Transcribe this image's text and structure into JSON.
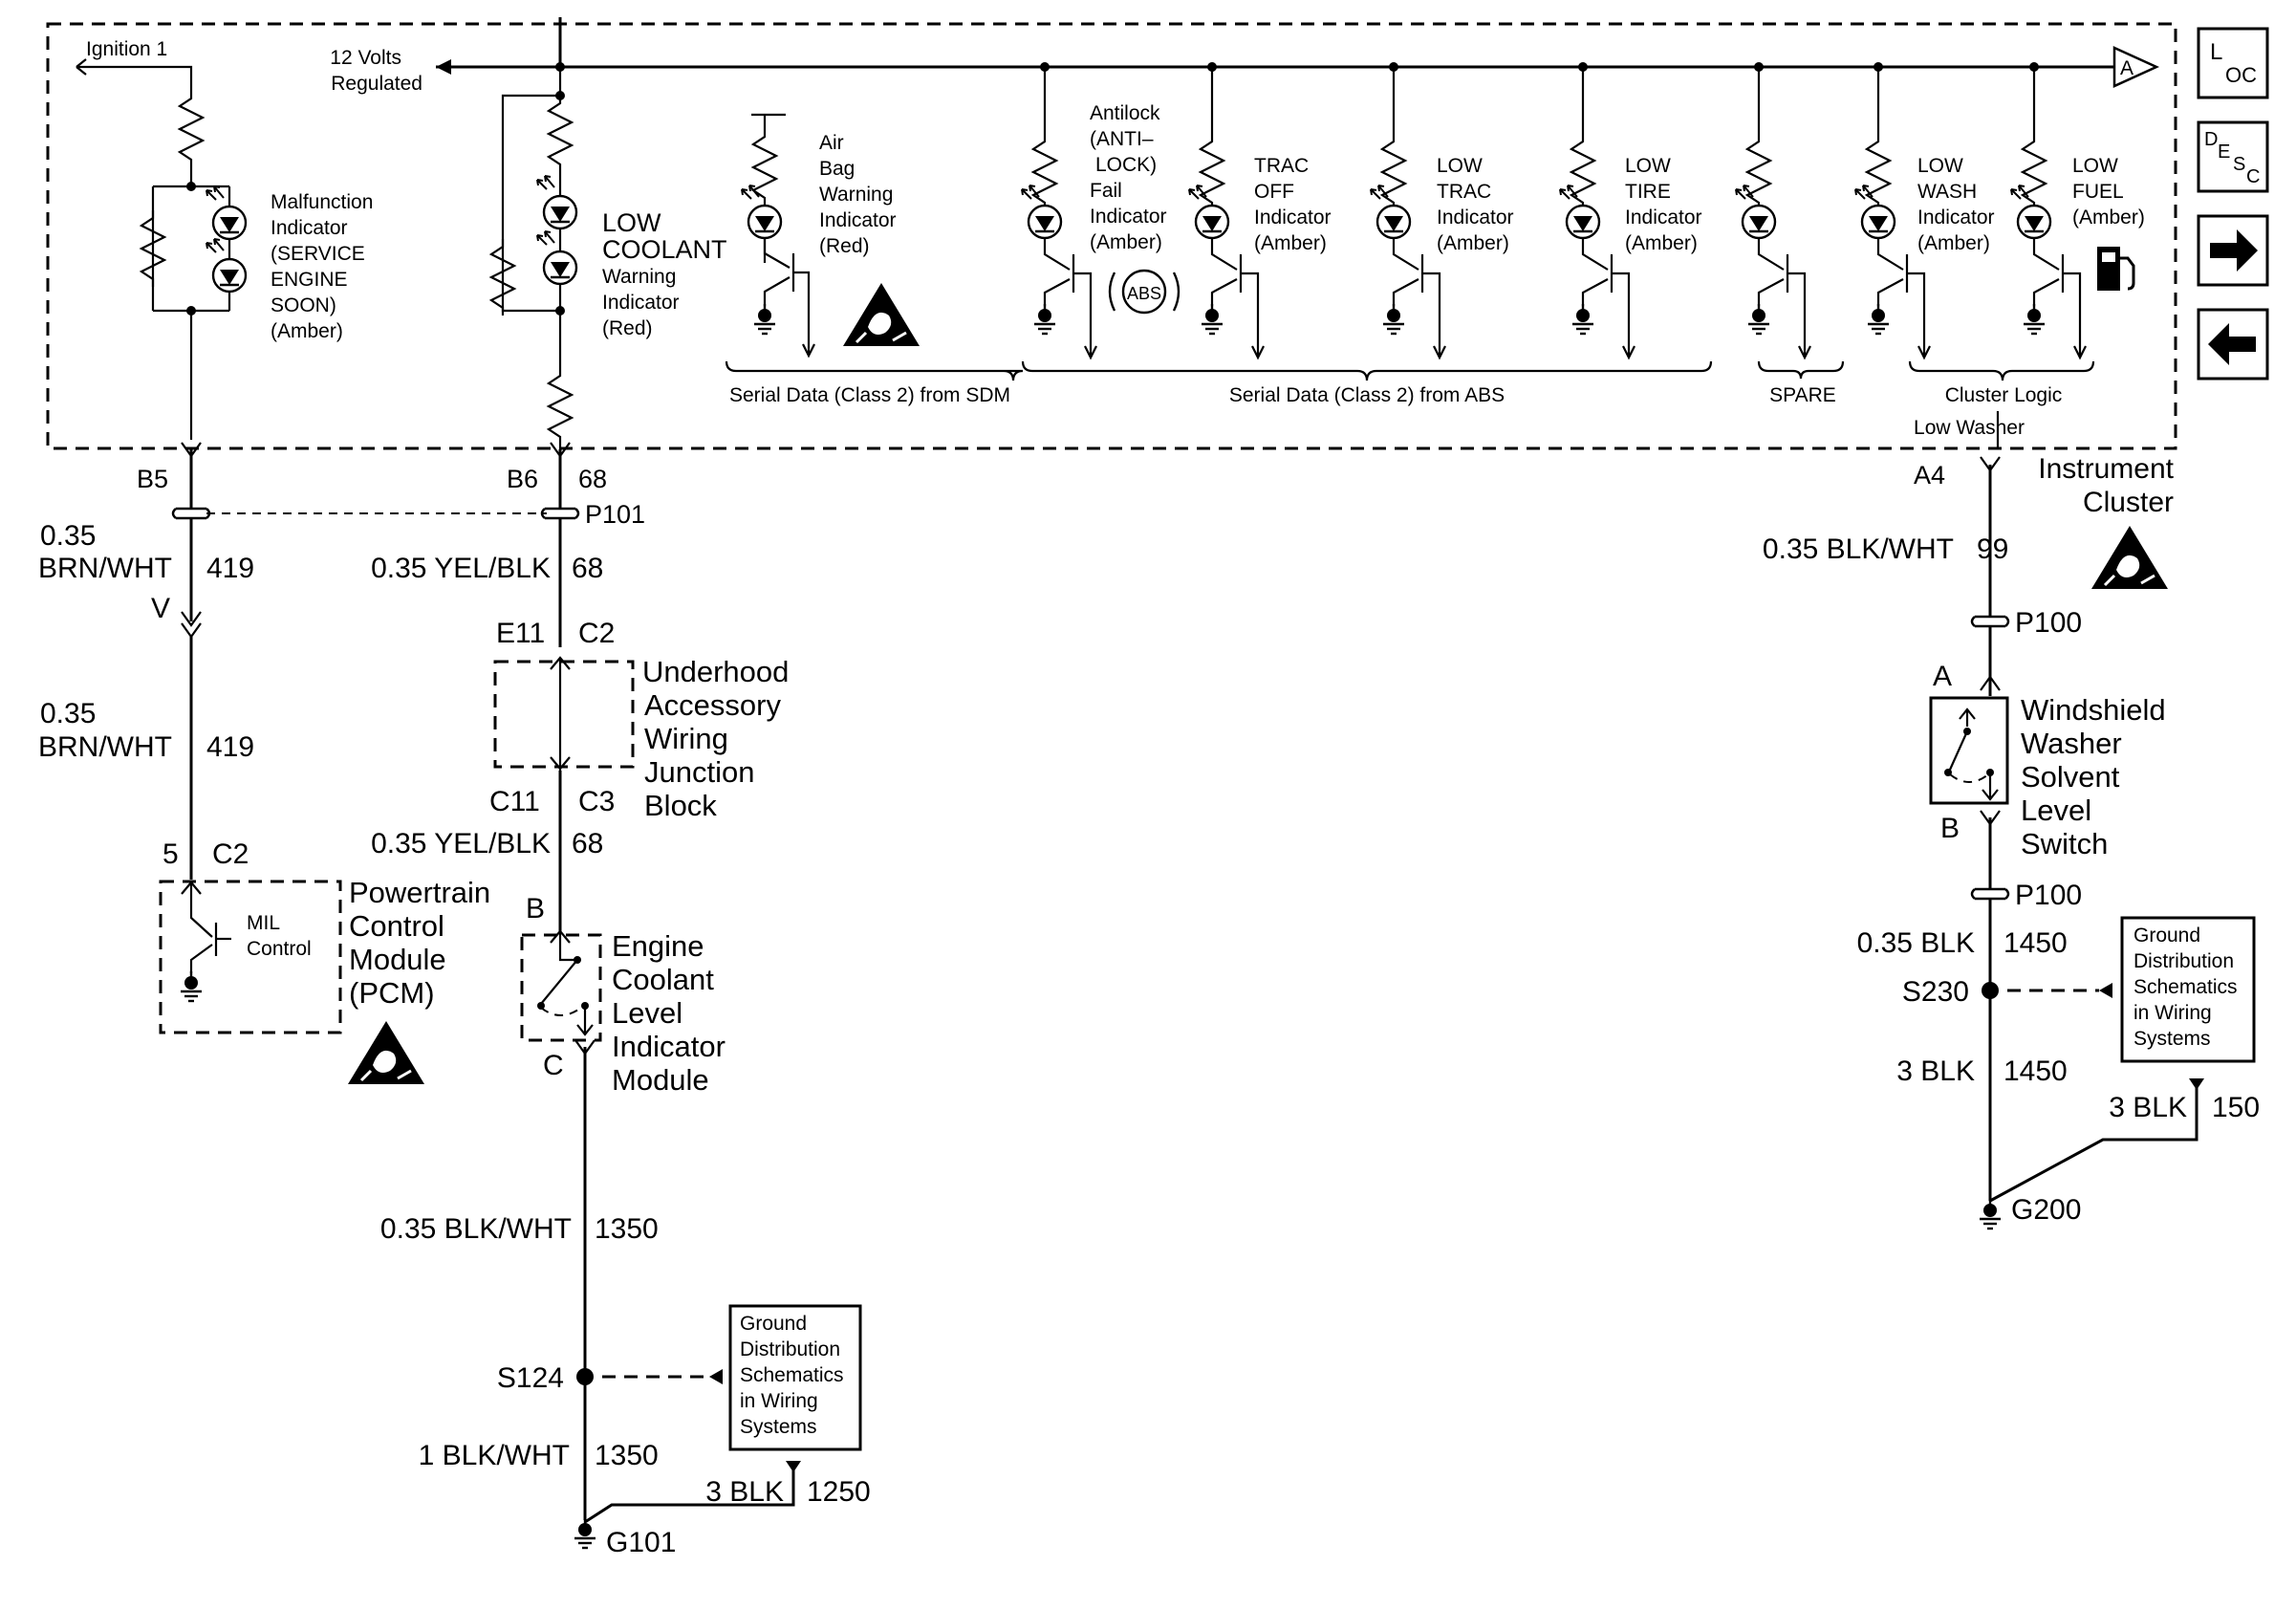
{
  "nav": {
    "loc_l": "L",
    "loc_oc": "OC",
    "desc_d": "D",
    "desc_e": "E",
    "desc_s": "S",
    "desc_c": "C",
    "next_icon": "arrow-right-icon",
    "prev_icon": "arrow-left-icon"
  },
  "cluster": {
    "title_1": "Instrument",
    "title_2": "Cluster",
    "ignition": "Ignition 1",
    "v12_1": "12 Volts",
    "v12_2": "Regulated",
    "bus_arrow": "A",
    "mil": [
      "Malfunction",
      "Indicator",
      "(SERVICE",
      "ENGINE",
      "SOON)",
      "(Amber)"
    ],
    "coolant": [
      "LOW",
      "COOLANT",
      "Warning",
      "Indicator",
      "(Red)"
    ],
    "airbag": [
      "Air",
      "Bag",
      "Warning",
      "Indicator",
      "(Red)"
    ],
    "antilock": [
      "Antilock",
      "(ANTI–",
      "LOCK)",
      "Fail",
      "Indicator",
      "(Amber)"
    ],
    "abs_icon": "ABS",
    "trac_off": [
      "TRAC",
      "OFF",
      "Indicator",
      "(Amber)"
    ],
    "low_trac": [
      "LOW",
      "TRAC",
      "Indicator",
      "(Amber)"
    ],
    "low_tire": [
      "LOW",
      "TIRE",
      "Indicator",
      "(Amber)"
    ],
    "low_wash": [
      "LOW",
      "WASH",
      "Indicator",
      "(Amber)"
    ],
    "low_fuel": [
      "LOW",
      "FUEL",
      "(Amber)"
    ],
    "bracket_sdm": "Serial Data (Class 2) from SDM",
    "bracket_abs": "Serial Data (Class 2) from ABS",
    "bracket_spare": "SPARE",
    "bracket_cluster": "Cluster Logic",
    "low_washer": "Low Washer"
  },
  "left_circuit": {
    "pin_b5": "B5",
    "wire_size_1": "0.35",
    "wire_color_1": "BRN/WHT",
    "circuit_1": "419",
    "v_mark": "V",
    "wire_size_2": "0.35",
    "wire_color_2": "BRN/WHT",
    "circuit_2": "419",
    "pin_5": "5",
    "conn_c2": "C2",
    "mil_control_1": "MIL",
    "mil_control_2": "Control",
    "pcm": [
      "Powertrain",
      "Control",
      "Module",
      "(PCM)"
    ]
  },
  "middle_circuit": {
    "pin_b6": "B6",
    "circuit_68a": "68",
    "conn_p101": "P101",
    "wire_1": "0.35 YEL/BLK",
    "circuit_68b": "68",
    "pin_e11": "E11",
    "conn_c2": "C2",
    "junction": [
      "Underhood",
      "Accessory",
      "Wiring",
      "Junction",
      "Block"
    ],
    "pin_c11": "C11",
    "conn_c3": "C3",
    "wire_2": "0.35 YEL/BLK",
    "circuit_68c": "68",
    "pin_b": "B",
    "ecl_module": [
      "Engine",
      "Coolant",
      "Level",
      "Indicator",
      "Module"
    ],
    "pin_c": "C",
    "wire_3": "0.35 BLK/WHT",
    "circuit_1350a": "1350",
    "splice_s124": "S124",
    "ground_ref": [
      "Ground",
      "Distribution",
      "Schematics",
      "in Wiring",
      "Systems"
    ],
    "wire_4": "1 BLK/WHT",
    "circuit_1350b": "1350",
    "wire_5": "3 BLK",
    "circuit_1250": "1250",
    "ground_g101": "G101"
  },
  "right_circuit": {
    "pin_a4": "A4",
    "wire_1": "0.35 BLK/WHT",
    "circuit_99": "99",
    "conn_p100a": "P100",
    "pin_a": "A",
    "switch": [
      "Windshield",
      "Washer",
      "Solvent",
      "Level",
      "Switch"
    ],
    "pin_b": "B",
    "conn_p100b": "P100",
    "wire_2": "0.35 BLK",
    "circuit_1450a": "1450",
    "splice_s230": "S230",
    "ground_ref": [
      "Ground",
      "Distribution",
      "Schematics",
      "in Wiring",
      "Systems"
    ],
    "wire_3": "3 BLK",
    "circuit_1450b": "1450",
    "wire_4": "3 BLK",
    "circuit_150": "150",
    "ground_g200": "G200"
  }
}
